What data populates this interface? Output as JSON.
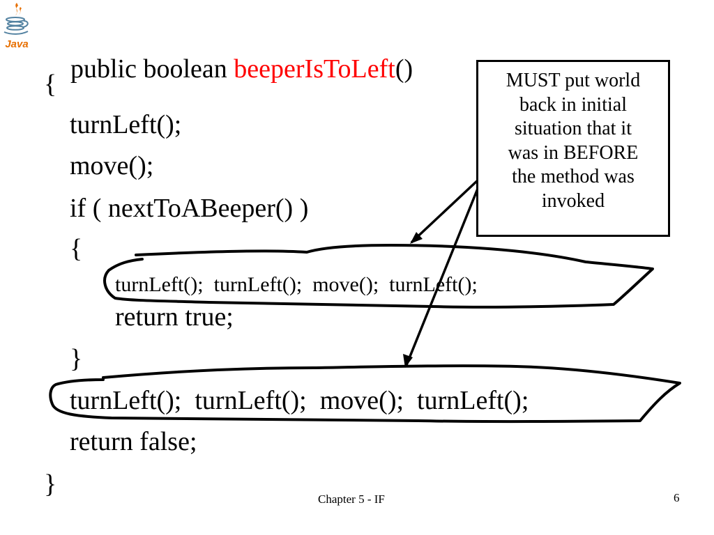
{
  "logo": {
    "text": "Java",
    "icon": "java-coffee-cup-icon"
  },
  "code": {
    "signature_prefix": "public boolean ",
    "method_name": "beeperIsToLeft",
    "signature_suffix": "()",
    "open_brace": "{",
    "line_turnleft": "turnLeft();",
    "line_move": "move();",
    "line_if": "if ( nextToABeeper() )",
    "if_open_brace": "{",
    "if_restore": "turnLeft();  turnLeft();  move();  turnLeft();",
    "if_return": "return true;",
    "if_close_brace": "}",
    "restore": "turnLeft();  turnLeft();  move();  turnLeft();",
    "return_false": "return false;",
    "close_brace": "}"
  },
  "callout": {
    "lines": [
      "MUST put world",
      "back in initial",
      "situation that it",
      "was in BEFORE",
      "the method was",
      "invoked"
    ]
  },
  "footer": {
    "chapter": "Chapter 5 - IF",
    "page": "6"
  },
  "colors": {
    "accent": "#ff0000",
    "text": "#000000",
    "logo_orange": "#e76f00",
    "logo_blue": "#5382a1"
  }
}
